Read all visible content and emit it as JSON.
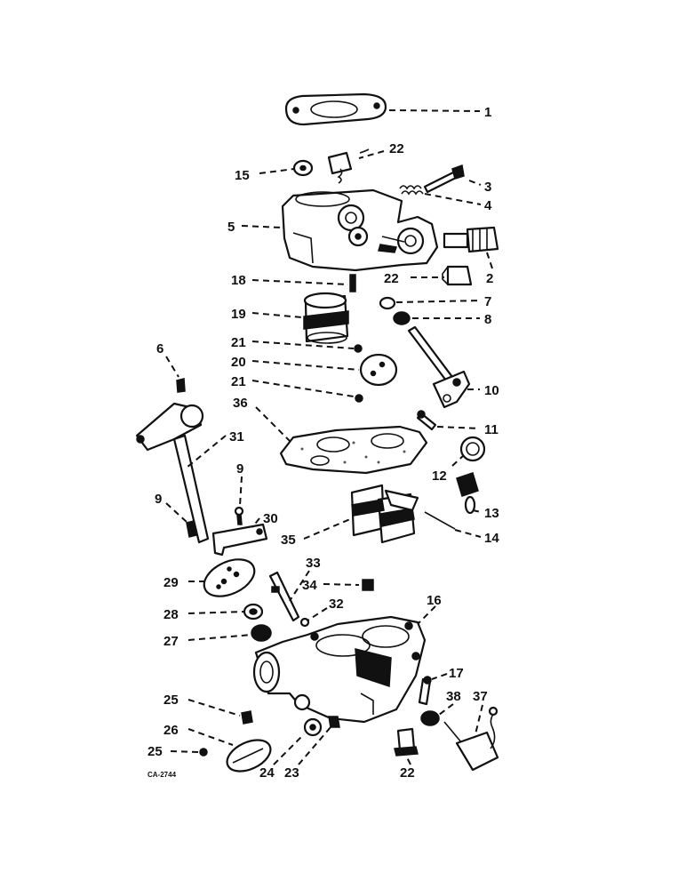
{
  "diagram_code": "CA-2744",
  "callouts": [
    {
      "id": "c1",
      "label": "1"
    },
    {
      "id": "c22a",
      "label": "22"
    },
    {
      "id": "c15",
      "label": "15"
    },
    {
      "id": "c3",
      "label": "3"
    },
    {
      "id": "c4",
      "label": "4"
    },
    {
      "id": "c5",
      "label": "5"
    },
    {
      "id": "c2",
      "label": "2"
    },
    {
      "id": "c22b",
      "label": "22"
    },
    {
      "id": "c18",
      "label": "18"
    },
    {
      "id": "c7",
      "label": "7"
    },
    {
      "id": "c19",
      "label": "19"
    },
    {
      "id": "c8",
      "label": "8"
    },
    {
      "id": "c21a",
      "label": "21"
    },
    {
      "id": "c20",
      "label": "20"
    },
    {
      "id": "c6",
      "label": "6"
    },
    {
      "id": "c21b",
      "label": "21"
    },
    {
      "id": "c10",
      "label": "10"
    },
    {
      "id": "c36",
      "label": "36"
    },
    {
      "id": "c11",
      "label": "11"
    },
    {
      "id": "c31",
      "label": "31"
    },
    {
      "id": "c12",
      "label": "12"
    },
    {
      "id": "c9a",
      "label": "9"
    },
    {
      "id": "c13",
      "label": "13"
    },
    {
      "id": "c9b",
      "label": "9"
    },
    {
      "id": "c30",
      "label": "30"
    },
    {
      "id": "c35",
      "label": "35"
    },
    {
      "id": "c14",
      "label": "14"
    },
    {
      "id": "c33",
      "label": "33"
    },
    {
      "id": "c29",
      "label": "29"
    },
    {
      "id": "c34",
      "label": "34"
    },
    {
      "id": "c16",
      "label": "16"
    },
    {
      "id": "c32",
      "label": "32"
    },
    {
      "id": "c28",
      "label": "28"
    },
    {
      "id": "c27",
      "label": "27"
    },
    {
      "id": "c17",
      "label": "17"
    },
    {
      "id": "c25a",
      "label": "25"
    },
    {
      "id": "c38",
      "label": "38"
    },
    {
      "id": "c37",
      "label": "37"
    },
    {
      "id": "c26",
      "label": "26"
    },
    {
      "id": "c25b",
      "label": "25"
    },
    {
      "id": "c24",
      "label": "24"
    },
    {
      "id": "c23",
      "label": "23"
    },
    {
      "id": "c22c",
      "label": "22"
    }
  ]
}
